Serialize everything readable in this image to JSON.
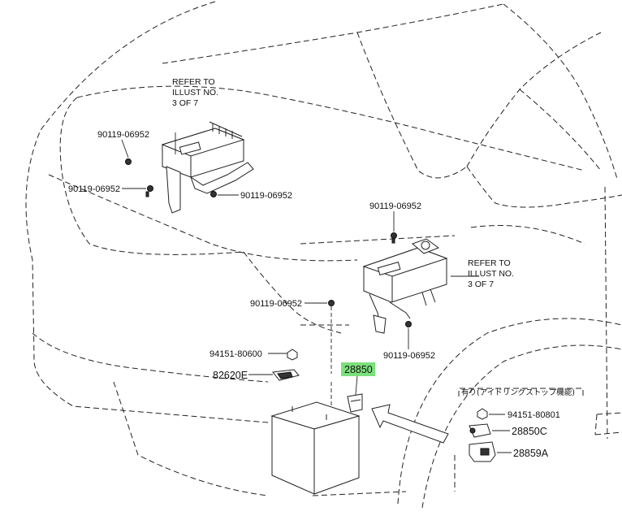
{
  "callouts": {
    "refer_upper": [
      "REFER TO",
      "ILLUST NO.",
      "3 OF 7"
    ],
    "refer_right": [
      "REFER TO",
      "ILLUST NO.",
      "3 OF 7"
    ],
    "bolt_a": "90119-06952",
    "bolt_b": "90119-06952",
    "bolt_c": "90119-06952",
    "bolt_d": "90119-06952",
    "bolt_e": "90119-06952",
    "bolt_f": "90119-06952",
    "nut_left": "94151-80600",
    "clamp_left": "82620E",
    "highlight_part": "28850",
    "inset_title": "有り(アイドリングストップ機能)",
    "inset_nut": "94151-80801",
    "inset_sensor": "28850C",
    "inset_bracket": "28859A"
  },
  "colors": {
    "highlight": "#7be07b",
    "ink": "#222222"
  }
}
